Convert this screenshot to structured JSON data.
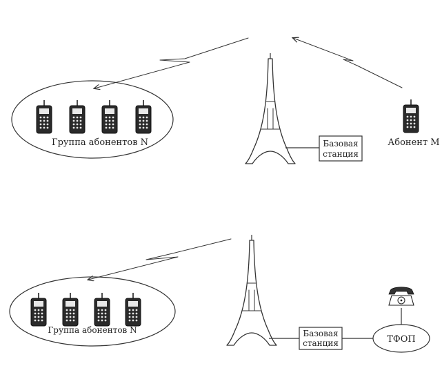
{
  "top_scene": {
    "group_label": "Группа абонентов N",
    "base_station_line1": "Базовая",
    "base_station_line2": "станция",
    "subscriber_label": "Абонент M"
  },
  "bottom_scene": {
    "group_label": "Группа абонентов N",
    "base_station_line1": "Базовая",
    "base_station_line2": "станция",
    "pstn_label": "ТФОП"
  },
  "icons": [
    "mobile-phone-icon",
    "radio-tower-icon",
    "telephone-icon",
    "lightning-link-icon",
    "arrow-icon"
  ]
}
